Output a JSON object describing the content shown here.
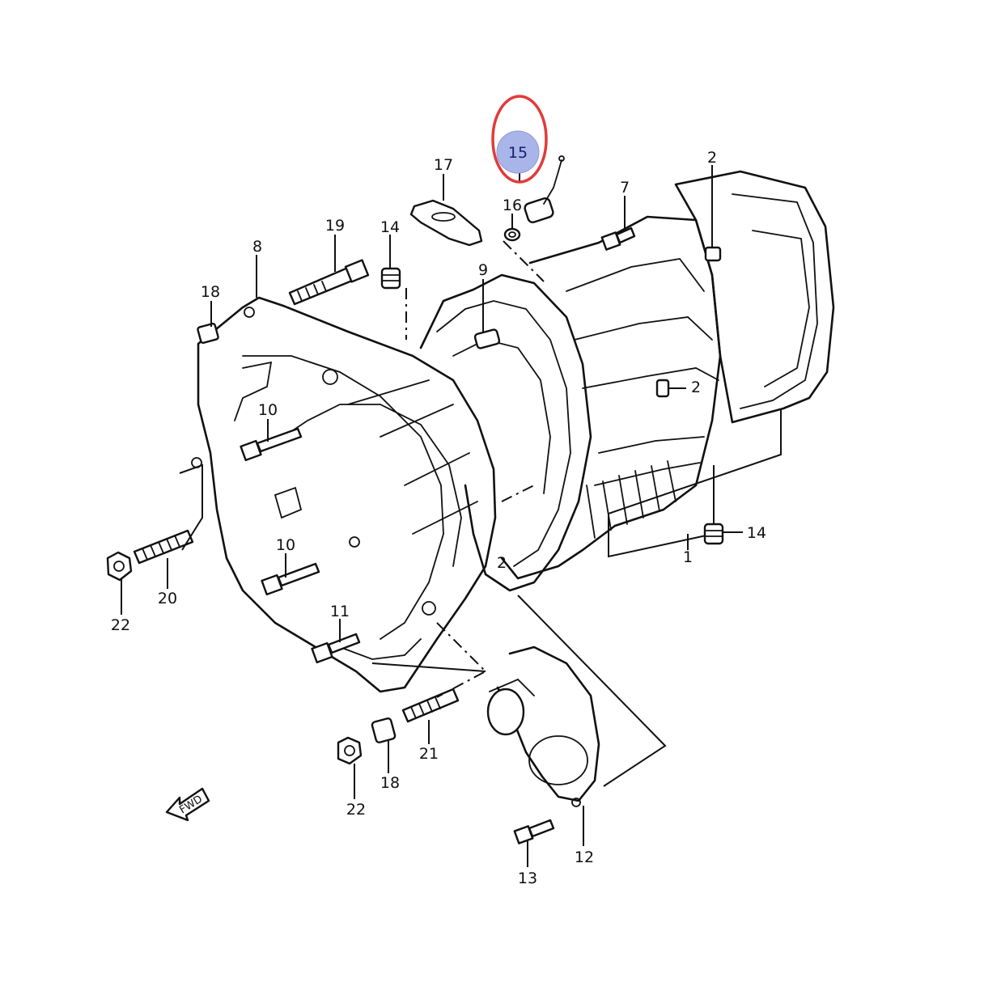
{
  "highlight": {
    "ring_color": "#e23a3a",
    "dot_color": "#a9b4e8",
    "label": "15"
  },
  "fwd_arrow": {
    "text": "FWD"
  },
  "callouts": {
    "c1": "1",
    "c2a": "2",
    "c2b": "2",
    "c2c": "2",
    "c7": "7",
    "c8": "8",
    "c9": "9",
    "c10a": "10",
    "c10b": "10",
    "c11": "11",
    "c12": "12",
    "c13": "13",
    "c14a": "14",
    "c14b": "14",
    "c16": "16",
    "c17": "17",
    "c18a": "18",
    "c18b": "18",
    "c19": "19",
    "c20": "20",
    "c21": "21",
    "c22a": "22",
    "c22b": "22"
  }
}
